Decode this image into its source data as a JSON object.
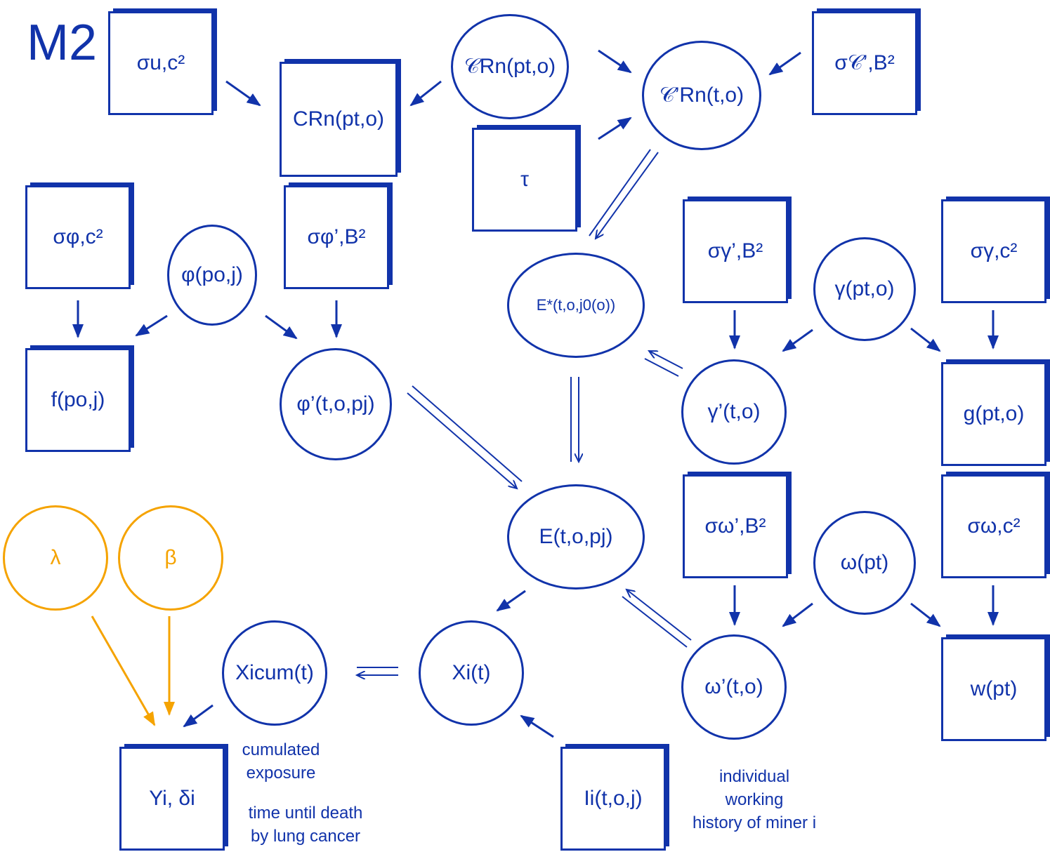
{
  "title": "M2",
  "colors": {
    "primary": "#1133aa",
    "accent": "#f5a300"
  },
  "nodes": {
    "sigma_u_c": "σu,c²",
    "C_Rn": "CRn(pt,o)",
    "script_C_Rn": "𝒞Rn(pt,o)",
    "script_C_prime": "𝒞’Rn(t,o)",
    "sigma_Cprime_B": "σ𝒞’,B²",
    "tau": "τ",
    "sigma_phi_c": "σφ,c²",
    "phi": "φ(po,j)",
    "sigma_phiprime_B": "σφ’,B²",
    "f": "f(po,j)",
    "phi_prime": "φ’(t,o,pj)",
    "E_star": "E*(t,o,j0(o))",
    "sigma_gammaprime_B": "σγ’,B²",
    "gamma": "γ(pt,o)",
    "sigma_gamma_c": "σγ,c²",
    "gamma_prime": "γ’(t,o)",
    "g": "g(pt,o)",
    "E": "E(t,o,pj)",
    "sigma_omegaprime_B": "σω’,B²",
    "omega": "ω(pt)",
    "sigma_omega_c": "σω,c²",
    "omega_prime": "ω’(t,o)",
    "w": "w(pt)",
    "lambda": "λ",
    "beta": "β",
    "X_cum": "Xicum(t)",
    "X": "Xi(t)",
    "Y": "Yi, δi",
    "I": "Ii(t,o,j)"
  },
  "notes": {
    "cumulated": [
      "cumulated",
      "exposure"
    ],
    "time_death": [
      "time until death",
      "by lung cancer"
    ],
    "individual": [
      "individual",
      "working",
      "history of miner i"
    ]
  }
}
